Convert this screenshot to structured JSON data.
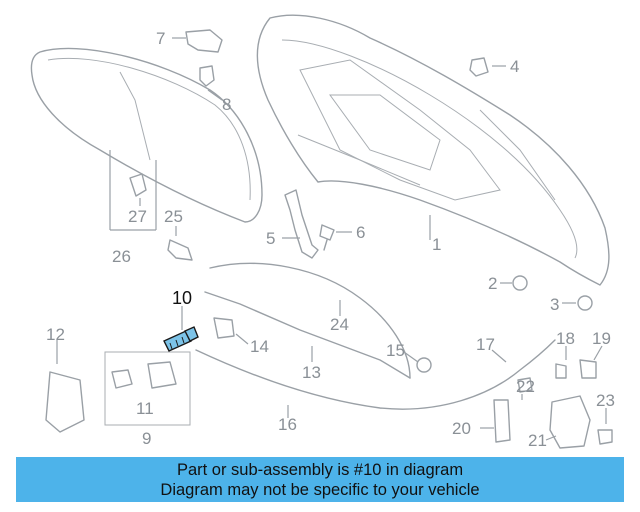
{
  "diagram": {
    "highlight_color": "#4db3ea",
    "highlighted_part": "10",
    "callouts": [
      "1",
      "2",
      "3",
      "4",
      "5",
      "6",
      "7",
      "8",
      "9",
      "10",
      "11",
      "12",
      "13",
      "14",
      "15",
      "16",
      "17",
      "18",
      "19",
      "20",
      "21",
      "22",
      "23",
      "24",
      "25",
      "26",
      "27"
    ]
  },
  "footer": {
    "line1": "Part or sub-assembly is #10 in diagram",
    "line2": "Diagram may not be specific to your vehicle"
  }
}
